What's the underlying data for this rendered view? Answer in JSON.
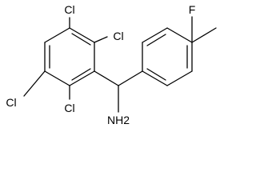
{
  "molecule": {
    "atoms": {
      "cl_top_left": "Cl",
      "cl_top_right": "Cl",
      "cl_left": "Cl",
      "cl_bottom": "Cl",
      "fluorine": "F",
      "amine": "NH2"
    },
    "colors": {
      "bond": "#000000",
      "text": "#000000",
      "background": "#ffffff"
    }
  }
}
